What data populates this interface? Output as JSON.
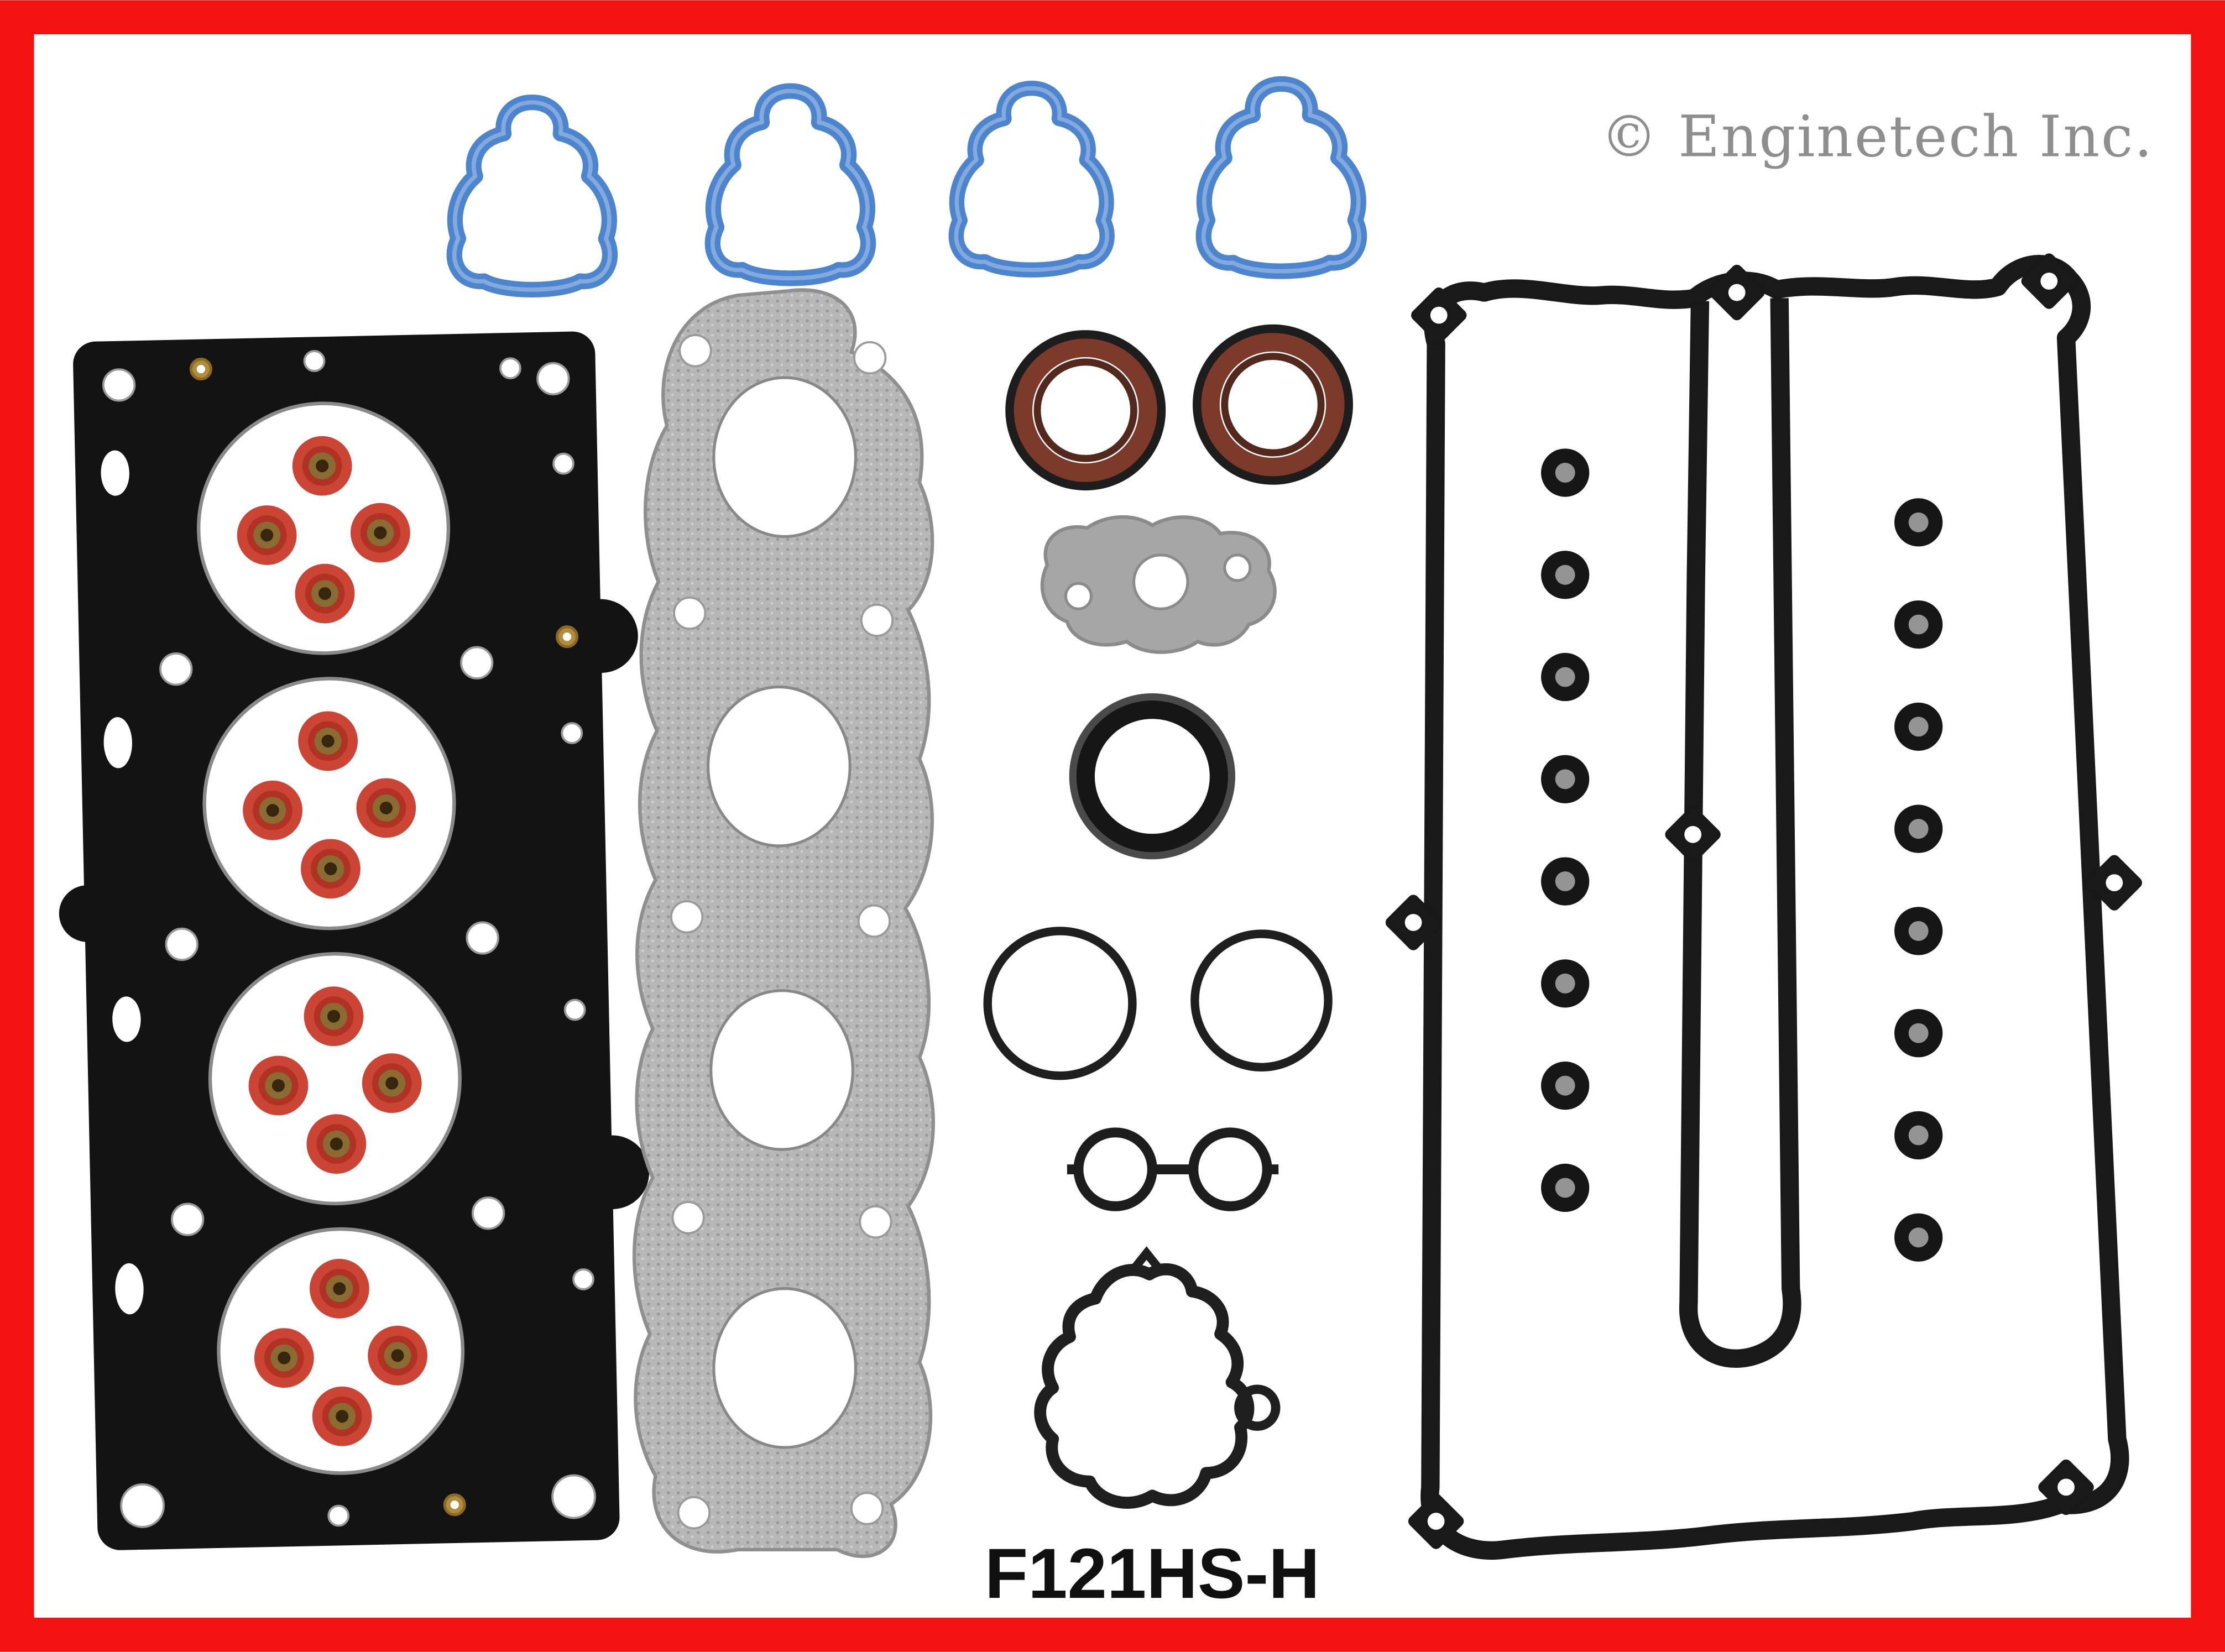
{
  "frame": {
    "border_color": "#f31111",
    "background": "#ffffff"
  },
  "watermark": {
    "text": "© Enginetech Inc.",
    "color": "#8e8e8e"
  },
  "part_label": {
    "text": "F121HS-H",
    "color": "#101010"
  },
  "parts": [
    {
      "name": "intake-manifold-port-gaskets",
      "count": 4,
      "color": "#4d84ce"
    },
    {
      "name": "cylinder-head-gasket",
      "color": "#131313",
      "bores": 4,
      "valve_seal_color": "#cc4434",
      "valve_seals_per_bore": 4
    },
    {
      "name": "exhaust-manifold-gasket",
      "color": "#b7b7b7",
      "ports": 4
    },
    {
      "name": "camshaft-seals",
      "count": 2,
      "color": "#7d3a2b"
    },
    {
      "name": "egr-plate-gasket",
      "color": "#a6a6a6"
    },
    {
      "name": "large-o-ring-seal",
      "color": "#161616"
    },
    {
      "name": "thin-o-rings",
      "count": 2,
      "color": "#1f1f1f"
    },
    {
      "name": "twin-port-gasket",
      "color": "#1d1d1d"
    },
    {
      "name": "water-pump-gasket",
      "color": "#1f1f1f"
    },
    {
      "name": "valve-cover-gasket",
      "color": "#191919",
      "grommet_count": 16
    }
  ]
}
